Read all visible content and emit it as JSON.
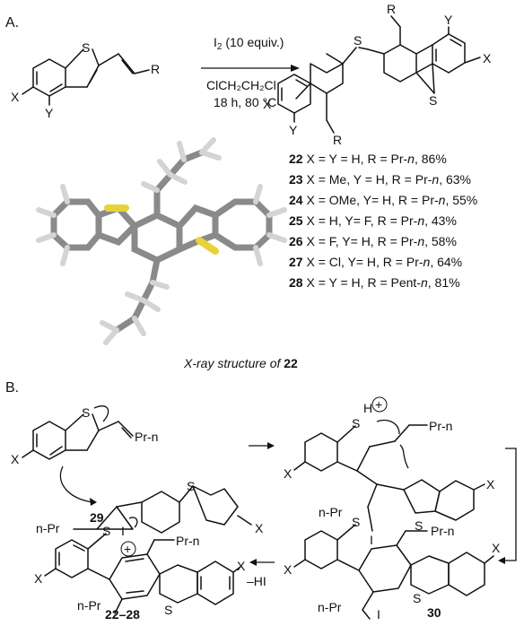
{
  "panels": {
    "a": "A.",
    "b": "B."
  },
  "atoms": {
    "S": "S",
    "X": "X",
    "Y": "Y",
    "R": "R",
    "I": "I",
    "H": "H"
  },
  "charge": "+",
  "conditions": {
    "reagent": "I",
    "reagent_sub": "2",
    "reagent_rest": " (10 equiv.)",
    "solvent": "ClCH₂CH₂Cl",
    "time_temp": "18 h, 80 °C"
  },
  "products": [
    {
      "num": "22",
      "text": " X = Y = H, R = Pr-",
      "tail": "n",
      "yield": ", 86%"
    },
    {
      "num": "23",
      "text": " X = Me, Y = H, R = Pr-",
      "tail": "n",
      "yield": ", 63%"
    },
    {
      "num": "24",
      "text": " X = OMe, Y= H, R = Pr-",
      "tail": "n",
      "yield": ", 55%"
    },
    {
      "num": "25",
      "text": " X = H, Y= F, R = Pr-",
      "tail": "n",
      "yield": ", 43%"
    },
    {
      "num": "26",
      "text": " X = F, Y= H, R = Pr-",
      "tail": "n",
      "yield": ", 58%"
    },
    {
      "num": "27",
      "text": " X = Cl, Y= H, R = Pr-",
      "tail": "n",
      "yield": ", 64%"
    },
    {
      "num": "28",
      "text": " X = Y = H, R = Pent-",
      "tail": "n",
      "yield": ", 81%"
    }
  ],
  "xray_caption": {
    "prefix": "X-ray structure of ",
    "num": "22"
  },
  "groups": {
    "prn_tail": "Pr-n",
    "npr_head": "n-Pr"
  },
  "compounds": {
    "c29": "29",
    "c30": "30",
    "range": "22–28"
  },
  "elimination": "–HI",
  "colors": {
    "sulfur": "#e8d23a",
    "carbon": "#8a8a8a",
    "hydrogen": "#d4d4d4"
  }
}
